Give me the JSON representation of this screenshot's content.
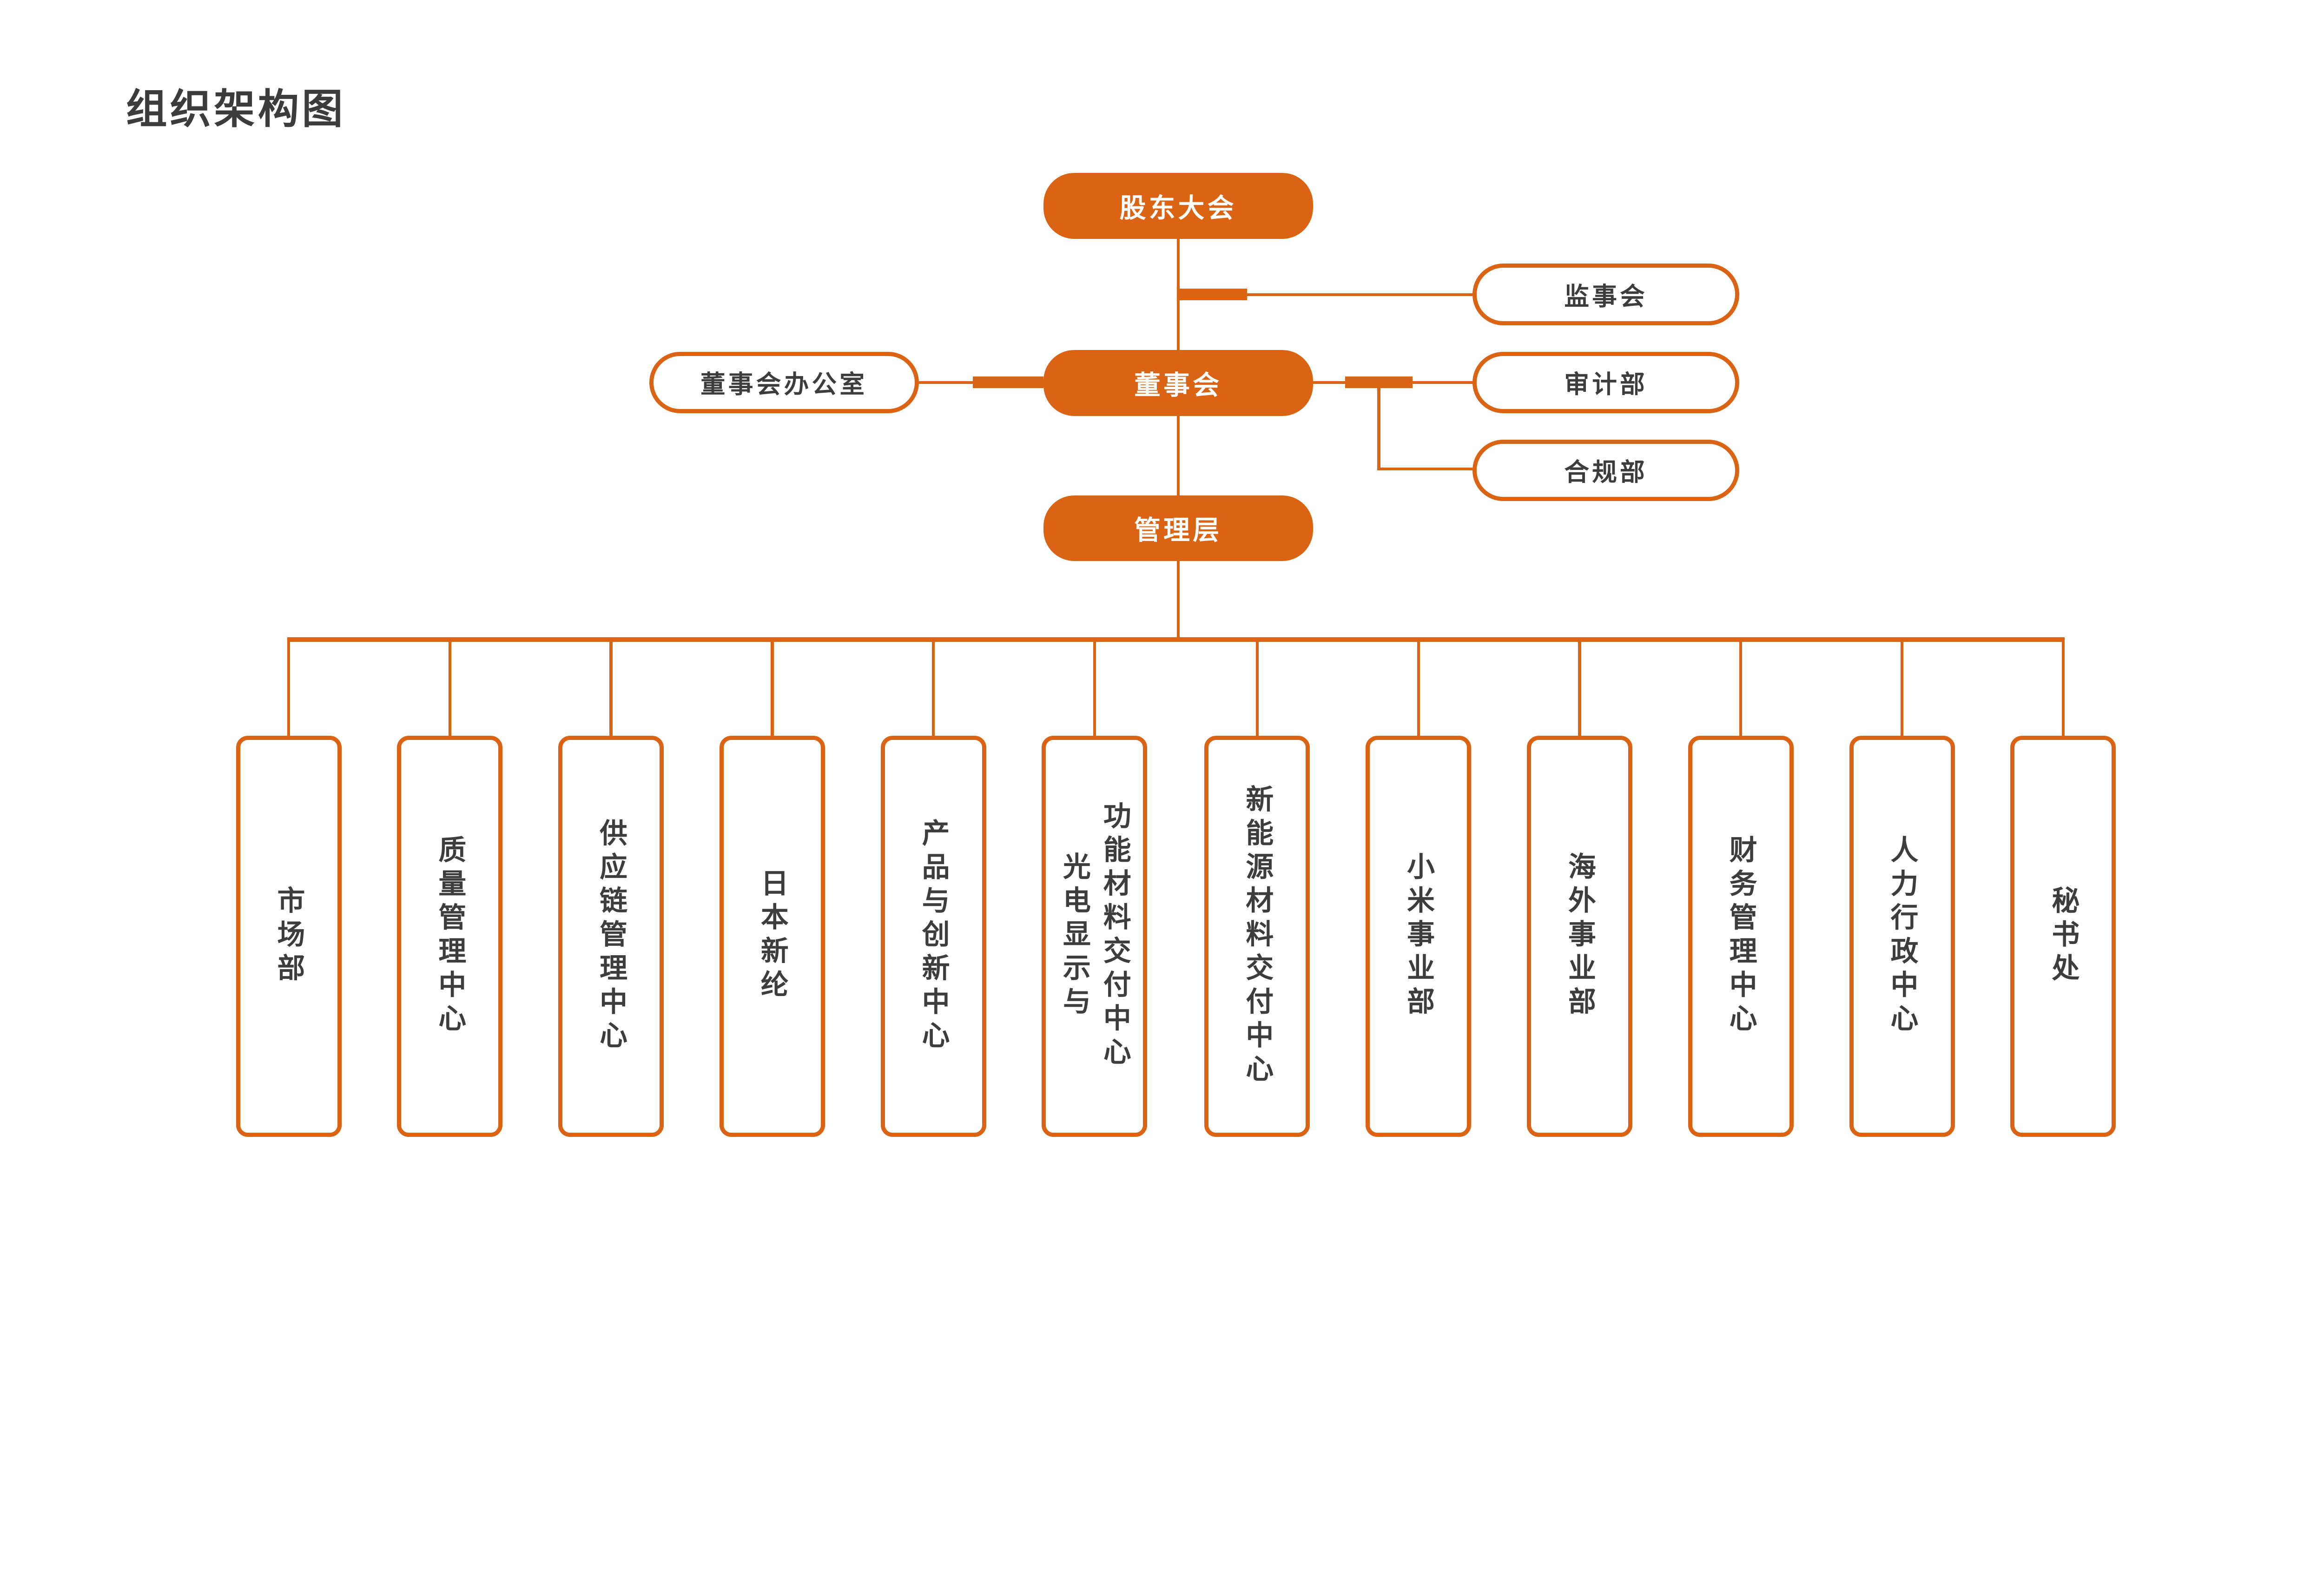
{
  "title": "组织架构图",
  "colors": {
    "orange": "#DB6414",
    "text_dark": "#3D3D3D",
    "node_text": "#FFFFFF"
  },
  "nodes": {
    "shareholders": "股东大会",
    "supervisory": "监事会",
    "board_office": "董事会办公室",
    "board": "董事会",
    "audit": "审计部",
    "compliance": "合规部",
    "management": "管理层"
  },
  "departments": [
    {
      "label": "市场部"
    },
    {
      "label": "质量管理中心"
    },
    {
      "label": "供应链管理中心"
    },
    {
      "label": "日本新纶"
    },
    {
      "label": "产品与创新中心"
    },
    {
      "label": "光电显示与\n功能材料交付中心"
    },
    {
      "label": "新能源材料交付中心"
    },
    {
      "label": "小米事业部"
    },
    {
      "label": "海外事业部"
    },
    {
      "label": "财务管理中心"
    },
    {
      "label": "人力行政中心"
    },
    {
      "label": "秘书处"
    }
  ]
}
